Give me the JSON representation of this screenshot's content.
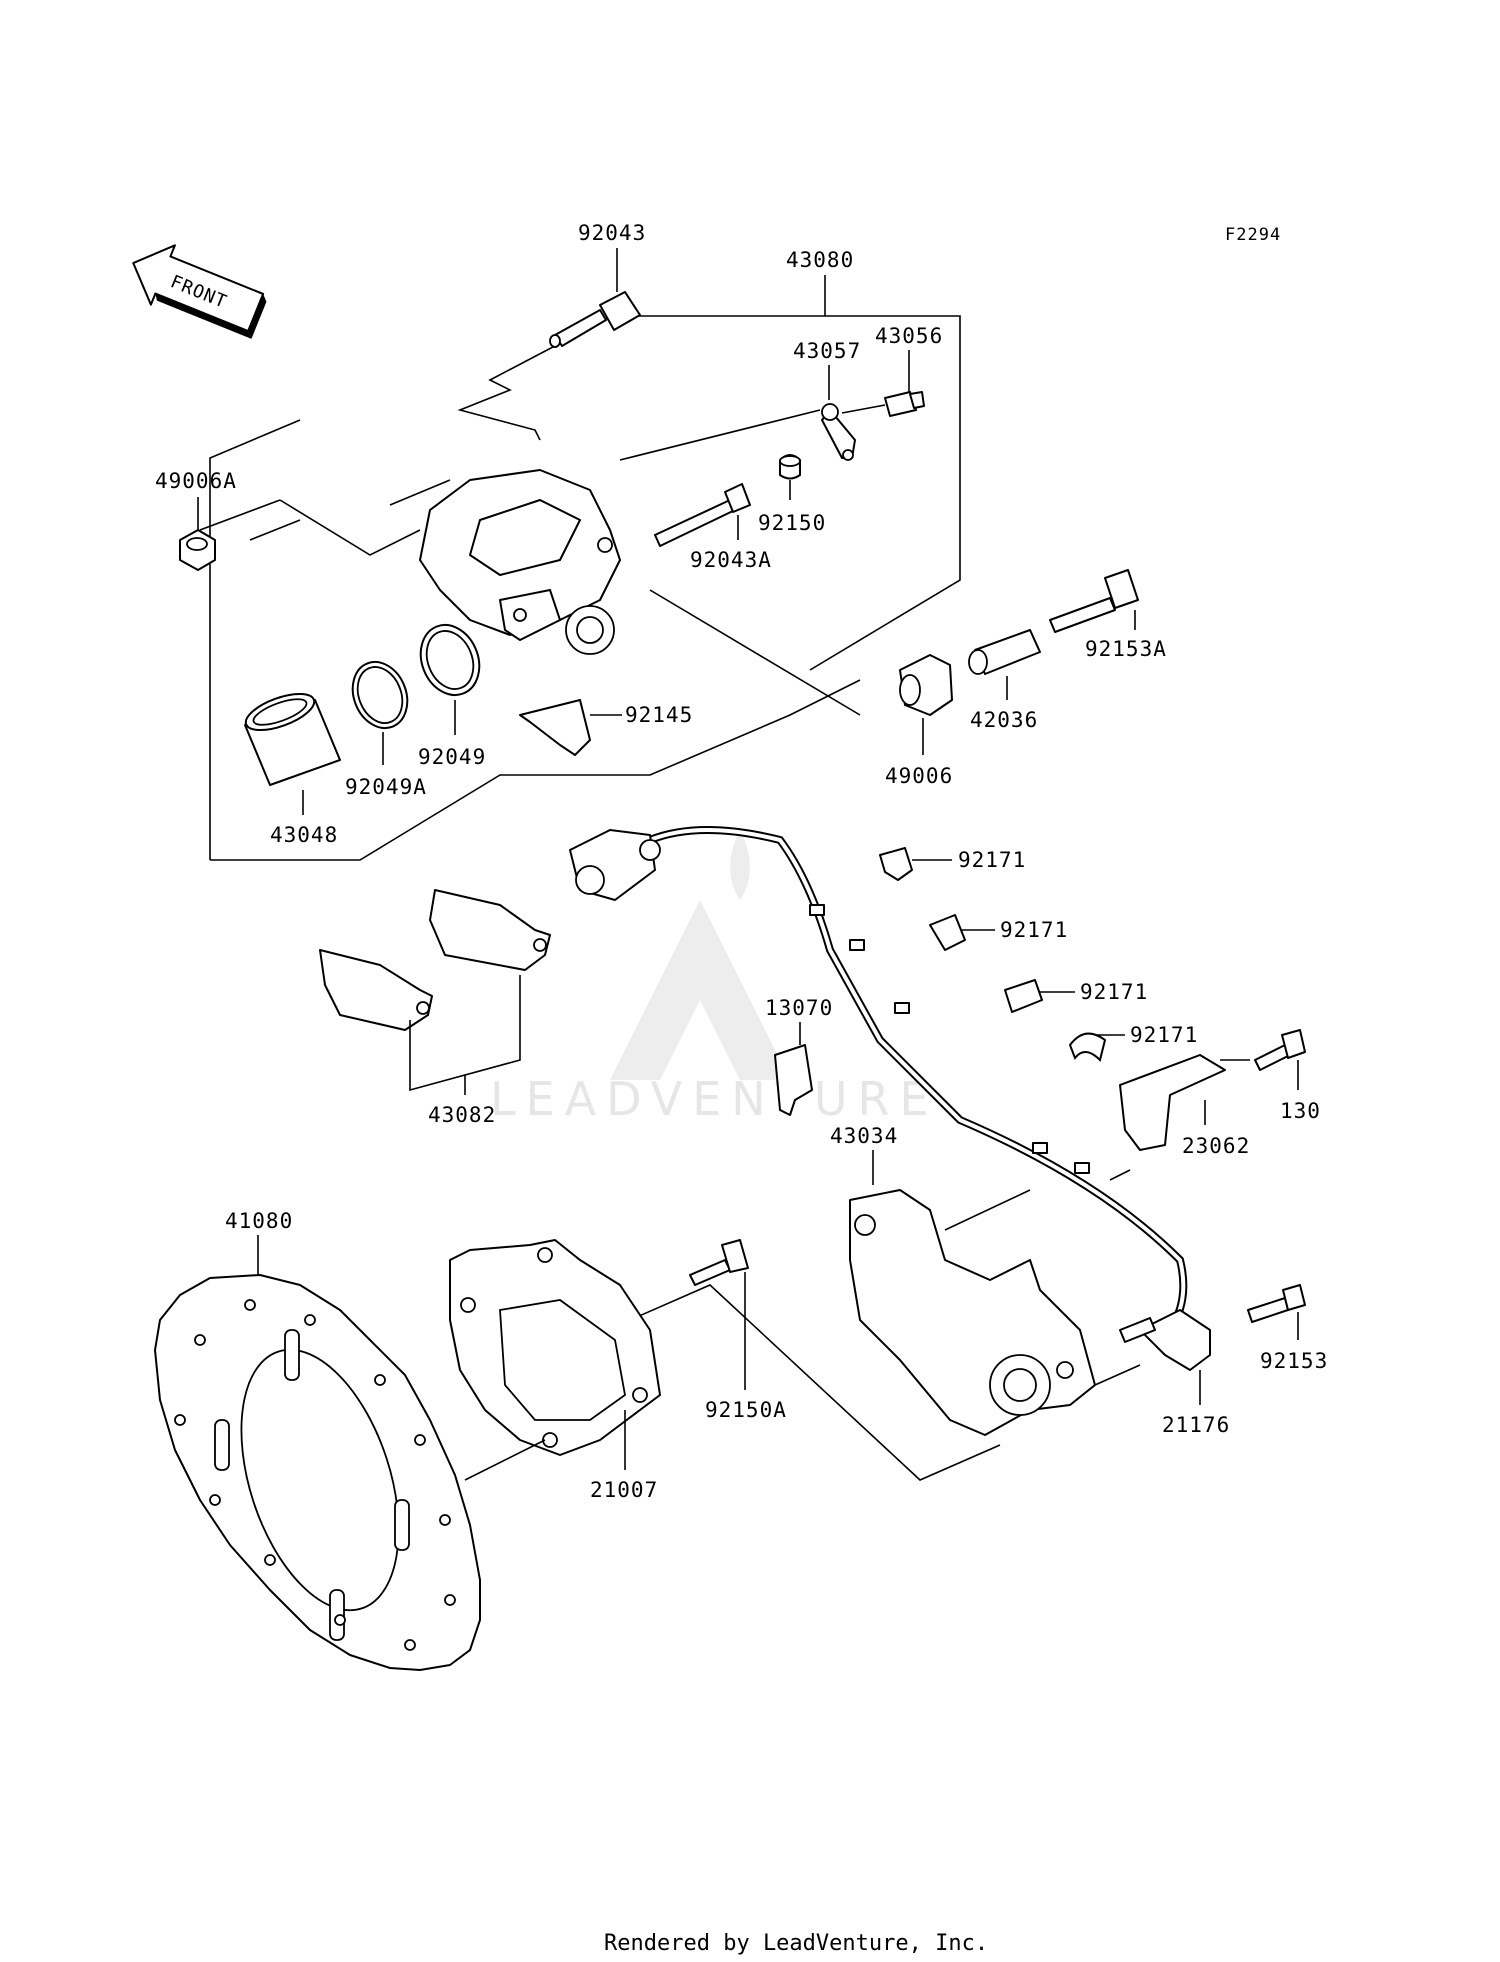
{
  "figure_code": "F2294",
  "front_label": "FRONT",
  "watermark": "LEADVENTURE",
  "footer": "Rendered by LeadVenture, Inc.",
  "labels": {
    "p92043": "92043",
    "p43080": "43080",
    "p43057": "43057",
    "p43056": "43056",
    "p49006A": "49006A",
    "p92150": "92150",
    "p92043A": "92043A",
    "p92153A": "92153A",
    "p42036": "42036",
    "p92145": "92145",
    "p92049": "92049",
    "p92049A": "92049A",
    "p43048": "43048",
    "p49006": "49006",
    "p92171a": "92171",
    "p92171b": "92171",
    "p92171c": "92171",
    "p92171d": "92171",
    "p13070": "13070",
    "p43082": "43082",
    "p130": "130",
    "p23062": "23062",
    "p43034": "43034",
    "p41080": "41080",
    "p92153": "92153",
    "p21176": "21176",
    "p92150A": "92150A",
    "p21007": "21007"
  }
}
